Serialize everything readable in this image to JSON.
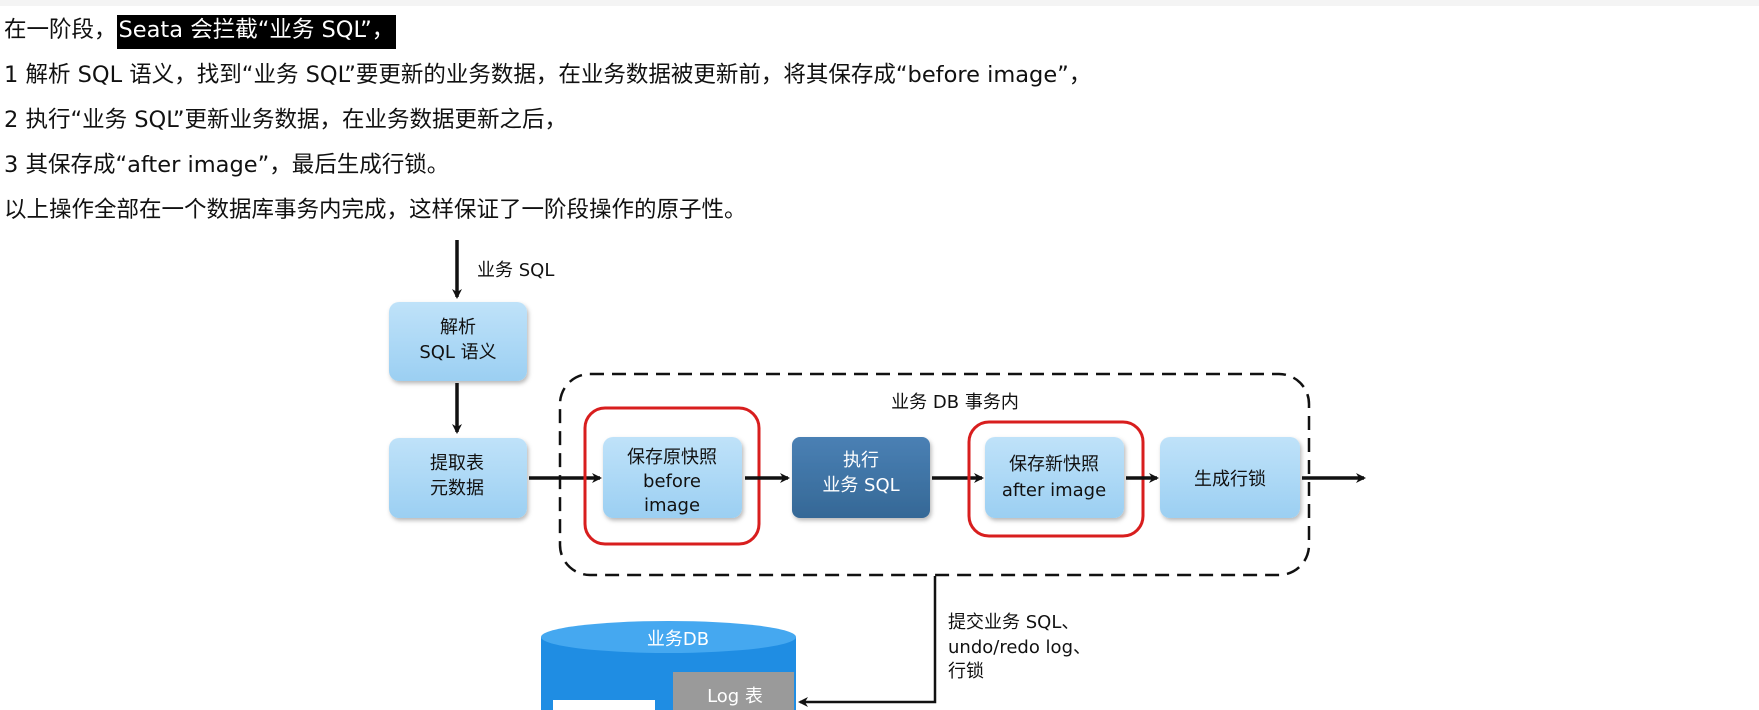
{
  "intro": {
    "prefix": "在一阶段，",
    "highlight": "Seata 会拦截“业务 SQL”，",
    "step1": "1  解析 SQL 语义，找到“业务 SQL”要更新的业务数据，在业务数据被更新前，将其保存成“before image”，",
    "step2": "2  执行“业务 SQL”更新业务数据，在业务数据更新之后，",
    "step3": "3  其保存成“after image”，最后生成行锁。",
    "summary": "以上操作全部在一个数据库事务内完成，这样保证了一阶段操作的原子性。"
  },
  "diagram": {
    "input_label": "业务 SQL",
    "parse_box": [
      "解析",
      "SQL 语义"
    ],
    "extract_box": [
      "提取表",
      "元数据"
    ],
    "transaction_label": "业务 DB 事务内",
    "before_box": [
      "保存原快照",
      "before",
      "image"
    ],
    "execute_box": [
      "执行",
      "业务 SQL"
    ],
    "after_box": [
      "保存新快照",
      "after image"
    ],
    "lock_box": [
      "生成行锁"
    ],
    "commit_label": [
      "提交业务 SQL、",
      "undo/redo log、",
      "行锁"
    ],
    "db_label": "业务DB",
    "log_label": "Log 表"
  },
  "colors": {
    "light_box": "#a8d6f5",
    "dark_box": "#3f73a6",
    "highlight_ring": "#d81e1e",
    "db_blue": "#1f8de3",
    "log_gray": "#9a9a9a"
  }
}
